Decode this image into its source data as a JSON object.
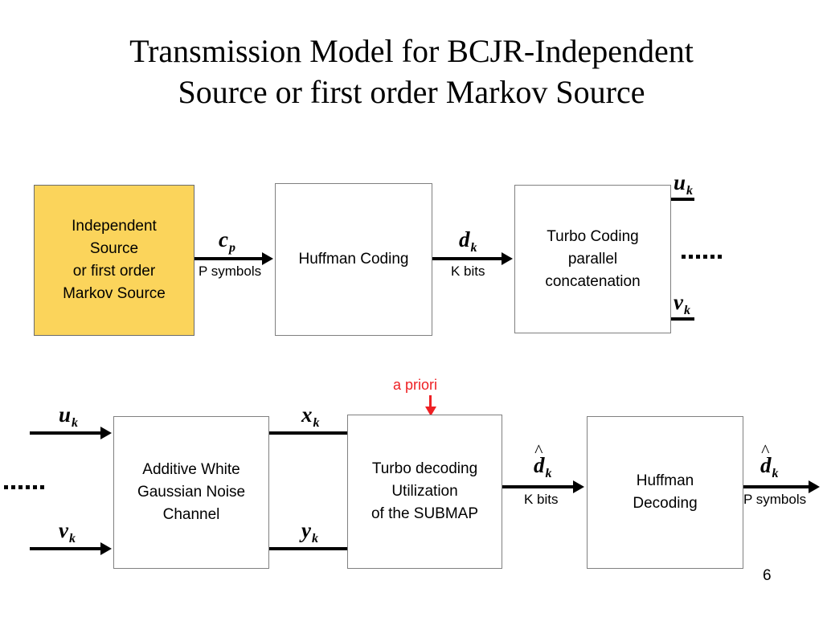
{
  "slide": {
    "title_line1": "Transmission Model for BCJR-Independent",
    "title_line2": "Source or first order Markov Source",
    "page_number": "6",
    "colors": {
      "source_box_fill": "#FBD45B",
      "accent_red": "#EE2024",
      "box_border": "#808080",
      "line": "#000000",
      "background": "#FFFFFF"
    }
  },
  "top_row": {
    "source_box": {
      "label": "Independent\nSource\nor first order\nMarkov Source"
    },
    "huffman_coding_box": {
      "label": "Huffman Coding"
    },
    "turbo_coding_box": {
      "label": "Turbo Coding\nparallel\nconcatenation"
    },
    "arrow_source_to_huffman": {
      "symbol_base": "c",
      "symbol_sub": "p",
      "caption": "P symbols"
    },
    "arrow_huffman_to_turbo": {
      "symbol_base": "d",
      "symbol_sub": "k",
      "caption": "K bits"
    },
    "turbo_output_top": {
      "symbol_base": "u",
      "symbol_sub": "k"
    },
    "turbo_output_bottom": {
      "symbol_base": "v",
      "symbol_sub": "k"
    },
    "ellipsis": "......"
  },
  "bottom_row": {
    "awgn_box": {
      "label": "Additive White\nGaussian Noise\nChannel"
    },
    "turbo_decoding_box": {
      "label": "Turbo decoding\nUtilization\nof the SUBMAP"
    },
    "huffman_decoding_box": {
      "label": "Huffman\nDecoding"
    },
    "input_top": {
      "symbol_base": "u",
      "symbol_sub": "k"
    },
    "input_bottom": {
      "symbol_base": "v",
      "symbol_sub": "k"
    },
    "channel_out_top": {
      "symbol_base": "x",
      "symbol_sub": "k"
    },
    "channel_out_bottom": {
      "symbol_base": "y",
      "symbol_sub": "k"
    },
    "a_priori_label": "a priori",
    "decoder_out": {
      "symbol_base": "d",
      "symbol_sub": "k",
      "caption": "K bits"
    },
    "final_out": {
      "symbol_base": "d",
      "symbol_sub": "k",
      "caption": "P symbols"
    },
    "ellipsis": "......"
  }
}
